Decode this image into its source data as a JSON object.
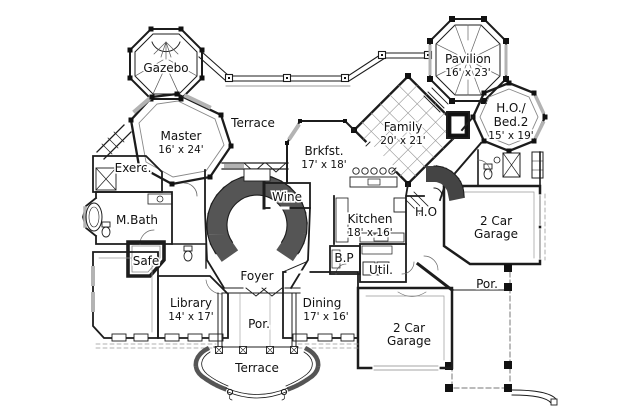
{
  "meta": {
    "type": "architectural-floor-plan",
    "colors": {
      "background": "#ffffff",
      "line": "#1c1c1c",
      "window_gray": "#b3b3b3",
      "detail_gray": "#777777"
    }
  },
  "plan": {
    "rooms": {
      "gazebo": {
        "name": "Gazebo"
      },
      "pavilion": {
        "name": "Pavilion",
        "dims": "16' x 23'"
      },
      "master": {
        "name": "Master",
        "dims": "16' x 24'"
      },
      "terrace_top": {
        "name": "Terrace"
      },
      "brkfst": {
        "name": "Brkfst.",
        "dims": "17' x 18'"
      },
      "family": {
        "name": "Family",
        "dims": "20' x 21'"
      },
      "ho_bed2": {
        "line1": "H.O./",
        "line2": "Bed.2",
        "dims": "15' x 19'"
      },
      "exercise": {
        "name": "Exerc."
      },
      "wine": {
        "name": "Wine"
      },
      "mbath": {
        "name": "M.Bath"
      },
      "kitchen": {
        "name": "Kitchen",
        "dims": "18' x 16'"
      },
      "ho": {
        "name": "H.O"
      },
      "garage_right": {
        "line1": "2 Car",
        "line2": "Garage"
      },
      "safe": {
        "name": "Safe"
      },
      "foyer": {
        "name": "Foyer"
      },
      "bp": {
        "name": "B.P"
      },
      "util": {
        "name": "Util."
      },
      "por_right": {
        "name": "Por."
      },
      "library": {
        "name": "Library",
        "dims": "14' x 17'"
      },
      "dining": {
        "name": "Dining",
        "dims": "17' x 16'"
      },
      "garage_bottom": {
        "line1": "2 Car",
        "line2": "Garage"
      },
      "por_bottom": {
        "name": "Por."
      },
      "terrace_bottom": {
        "name": "Terrace"
      }
    }
  }
}
